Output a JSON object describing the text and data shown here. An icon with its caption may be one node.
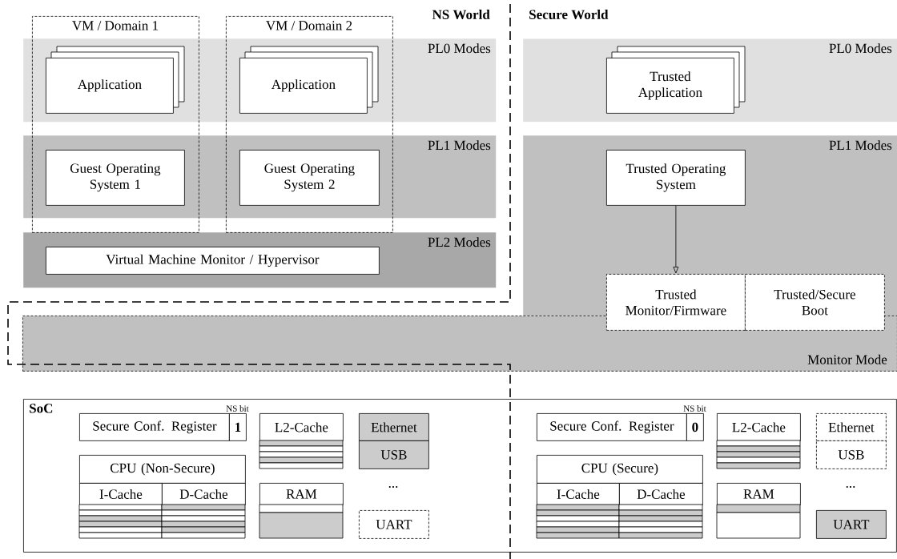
{
  "diagram": {
    "nodes": [
      {
        "text": [
          "VM / Domain 1"
        ]
      },
      {
        "text": [
          "VM / Domain 2"
        ]
      },
      {
        "text": [
          "PL0 Modes"
        ]
      },
      {
        "text": [
          "Application"
        ]
      },
      {
        "text": [
          "Application"
        ]
      },
      {
        "text": [
          "PL1 Modes"
        ]
      },
      {
        "text": [
          "Guest Operating System 1"
        ]
      },
      {
        "text": [
          "Guest Operating System 2"
        ]
      },
      {
        "text": [
          "PL2 Modes"
        ]
      },
      {
        "text": [
          "Virtual Machine Monitor / Hypervisor"
        ],
        "in": 8
      },
      {
        "text": [
          "PL0 Modes"
        ]
      },
      {
        "text": [
          "Trusted Application"
        ],
        "in": 10
      },
      {
        "text": [
          "PL1 Modes"
        ]
      },
      {
        "text": [
          "Trusted Operating System"
        ],
        "in": 12
      },
      {
        "text": [
          "Trusted Monitor/Firmware"
        ]
      },
      {
        "text": [
          "Trusted/Secure Boot"
        ]
      },
      {
        "text": [
          "Monitor Mode"
        ]
      },
      {
        "text": [
          "SoC"
        ]
      },
      {
        "text": [
          "Secure Conf. Register"
        ],
        "in": 17
      },
      {
        "text": [
          "1"
        ],
        "beside": [
          "NS bit"
        ],
        "in": 17
      },
      {
        "text": [
          "L2-Cache"
        ],
        "in": 17
      },
      {
        "text": [
          "Ethernet"
        ],
        "in": 17
      },
      {
        "text": [
          "USB"
        ],
        "in": 17
      },
      {
        "text": [
          "CPU (Non-Secure)"
        ],
        "in": 17
      },
      {
        "text": [
          "I-Cache"
        ],
        "in": 17
      },
      {
        "text": [
          "D-Cache"
        ],
        "in": 17
      },
      {
        "text": [
          "RAM"
        ],
        "in": 17
      },
      {
        "text": [
          "UART"
        ],
        "in": 17
      },
      {
        "text": [
          "Secure Conf. Register"
        ],
        "in": 17
      },
      {
        "text": [
          "0"
        ],
        "beside": [
          "NS bit"
        ],
        "in": 17
      },
      {
        "text": [
          "L2-Cache"
        ],
        "in": 17
      },
      {
        "text": [
          "Ethernet"
        ],
        "in": 17
      },
      {
        "text": [
          "USB"
        ],
        "in": 17
      },
      {
        "text": [
          "CPU (Secure)"
        ],
        "in": 17
      },
      {
        "text": [
          "I-Cache"
        ],
        "in": 17
      },
      {
        "text": [
          "D-Cache"
        ],
        "in": 17
      },
      {
        "text": [
          "RAM"
        ],
        "in": 17
      },
      {
        "text": [
          "UART"
        ],
        "in": 17
      }
    ],
    "edges": [
      {
        "from": 13,
        "to": 14,
        "arrow": "to"
      }
    ],
    "labels": [
      "NS World",
      "Secure World",
      "...",
      "..."
    ]
  }
}
